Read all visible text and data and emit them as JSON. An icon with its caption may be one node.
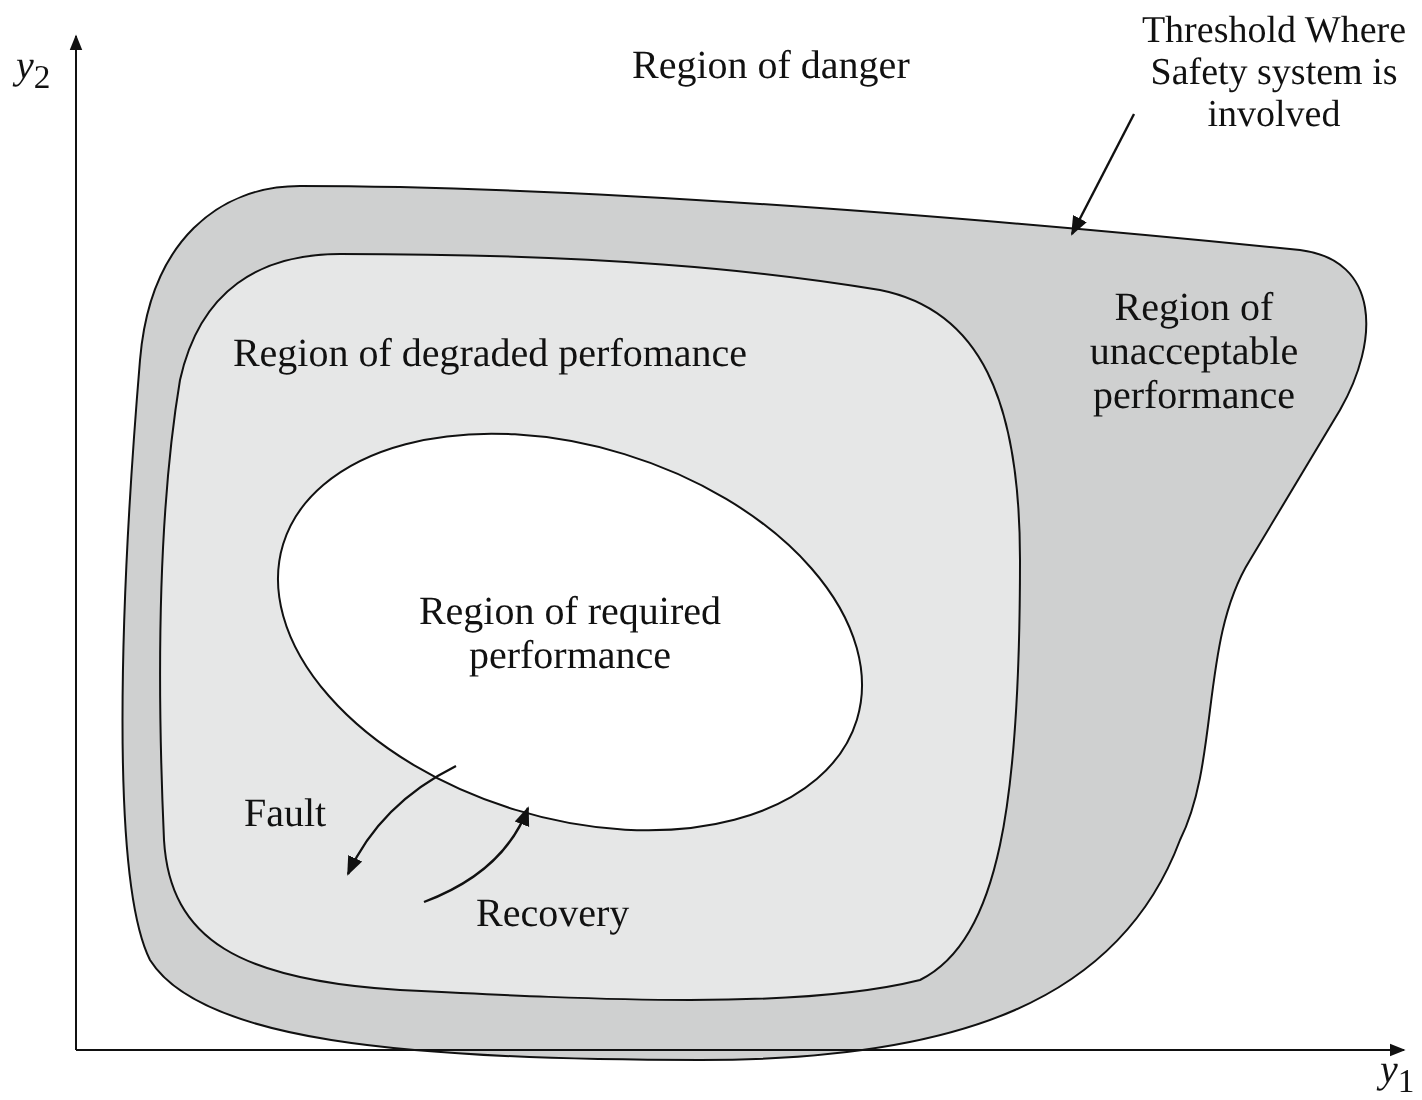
{
  "diagram": {
    "nodes": [
      {
        "text": [
          "Threshold Where Safety system is involved"
        ]
      },
      {
        "text": [
          "Region of unacceptable performance"
        ]
      },
      {
        "text": [
          "Region of degraded perfomance"
        ],
        "in": 1
      },
      {
        "text": [
          "Region of required performance"
        ],
        "in": 2
      }
    ],
    "edges": [
      {
        "from": 0,
        "to": 1,
        "arrow": "to"
      },
      {
        "from": 3,
        "to": 2,
        "arrow": "to",
        "label": "Fault"
      },
      {
        "from": 2,
        "to": 3,
        "arrow": "to",
        "label": "Recovery"
      }
    ],
    "labels": [
      "Region of danger",
      "*y*$_{2}$",
      "*y*$_{1}$"
    ]
  }
}
